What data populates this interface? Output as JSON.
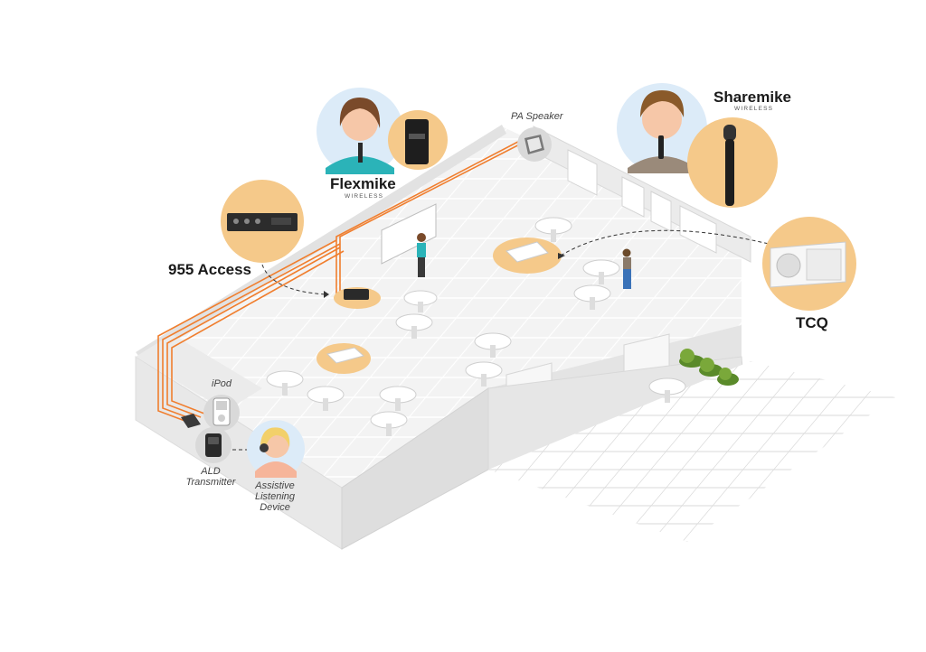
{
  "labels": {
    "flexmike": "Flexmike",
    "flexmike_sub": "WIRELESS",
    "sharemike": "Sharemike",
    "sharemike_sub": "WIRELESS",
    "access955": "955 Access",
    "tcq": "TCQ",
    "pa_speaker": "PA Speaker",
    "ipod": "iPod",
    "ald_transmitter": [
      "ALD",
      "Transmitter"
    ],
    "assistive_device": [
      "Assistive",
      "Listening",
      "Device"
    ]
  },
  "colors": {
    "cable": "#f07e2e",
    "badge": "#f5c98a",
    "face_bg": "#dcebf8",
    "wall": "#ececec",
    "floor": "#f4f4f4",
    "grid": "#ffffff",
    "plant": "#5a8a2a"
  },
  "icons": [
    "microphone-icon",
    "bodypack-transmitter-icon",
    "amplifier-icon",
    "speaker-icon",
    "media-player-icon",
    "ald-transmitter-icon",
    "headphones-icon",
    "laptop-icon",
    "plant-icon"
  ]
}
